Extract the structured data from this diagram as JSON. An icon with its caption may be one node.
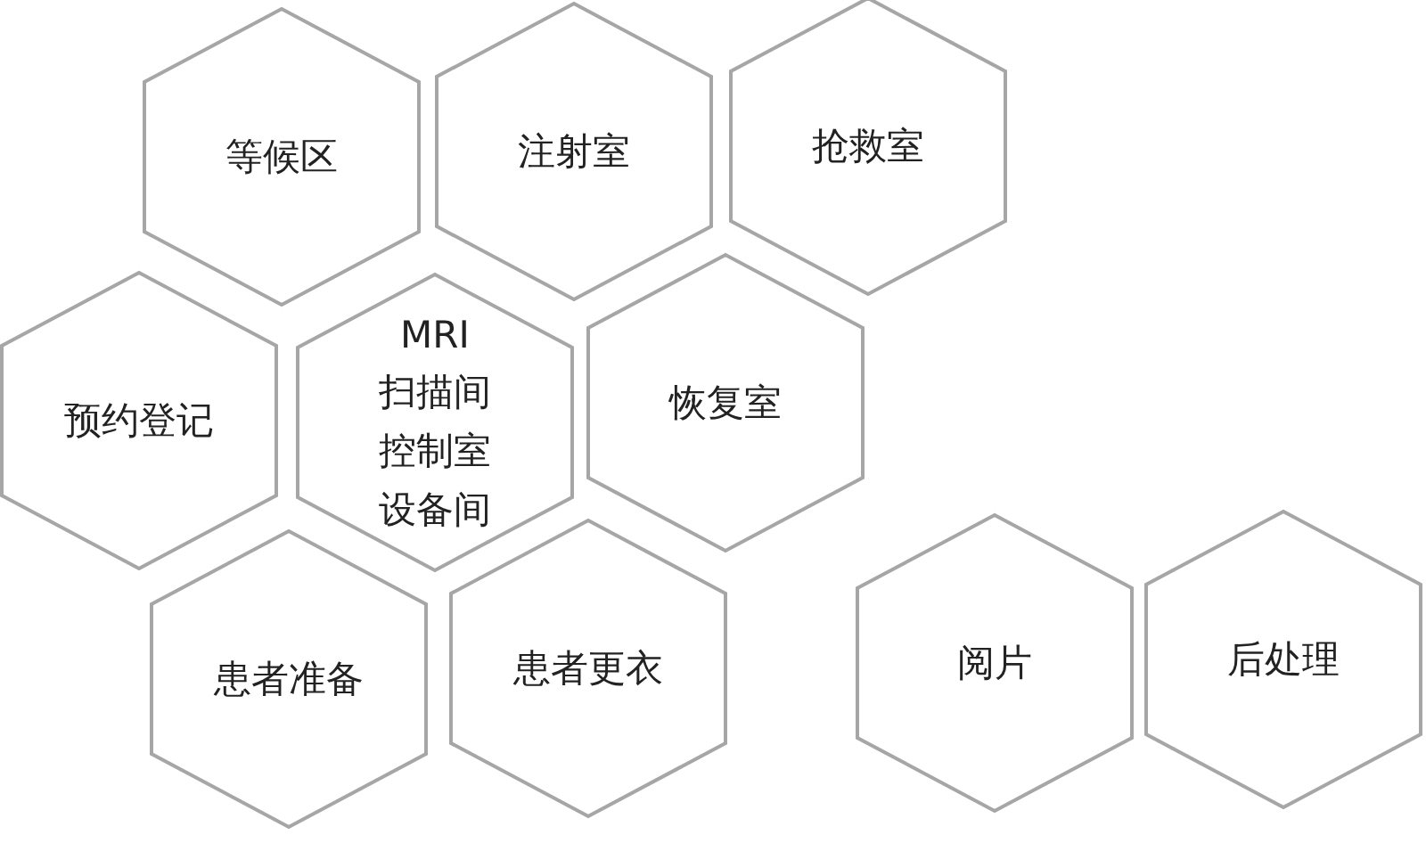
{
  "diagram": {
    "nodes": [
      {
        "text": [
          "等候区"
        ]
      },
      {
        "text": [
          "注射室"
        ]
      },
      {
        "text": [
          "抢救室"
        ]
      },
      {
        "text": [
          "预约登记"
        ]
      },
      {
        "text": [
          "MRI",
          "扫描间",
          "控制室",
          "设备间"
        ]
      },
      {
        "text": [
          "恢复室"
        ]
      },
      {
        "text": [
          "患者准备"
        ]
      },
      {
        "text": [
          "患者更衣"
        ]
      },
      {
        "text": [
          "阅片"
        ]
      },
      {
        "text": [
          "后处理"
        ]
      }
    ]
  }
}
